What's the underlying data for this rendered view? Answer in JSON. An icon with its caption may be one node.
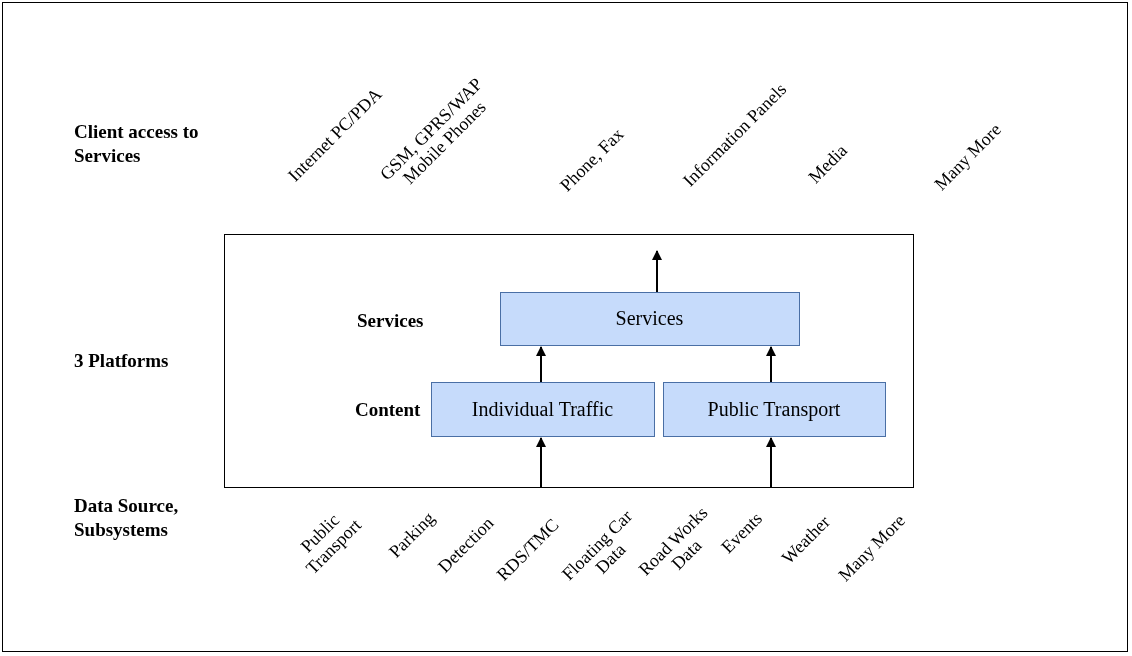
{
  "diagram": {
    "nodes": [
      {
        "text": [],
        "shape": "box"
      },
      {
        "text": [
          "Services"
        ],
        "in": 0
      },
      {
        "text": [
          "Individual Traffic"
        ],
        "in": 0
      },
      {
        "text": [
          "Public Transport"
        ],
        "in": 0
      }
    ],
    "edges": [
      {
        "from": 2,
        "to": 1,
        "arrow": "to"
      },
      {
        "from": 3,
        "to": 1,
        "arrow": "to"
      },
      {
        "from": 1,
        "to": null,
        "arrow": "to"
      },
      {
        "from": 0,
        "to": 2,
        "arrow": "to"
      },
      {
        "from": 0,
        "to": 3,
        "arrow": "to"
      }
    ],
    "labels": [
      "Client access to Services",
      "Internet PC/PDA",
      "GSM, GPRS/WAP Mobile Phones",
      "Phone, Fax",
      "Information Panels",
      "Media",
      "Many More",
      "3 Platforms",
      "Services",
      "Content",
      "Data Source, Subsystems",
      "Public Transport",
      "Parking",
      "Detection",
      "RDS/TMC",
      "Floating Car Data",
      "Road Works Data",
      "Events",
      "Weather",
      "Many More"
    ]
  }
}
